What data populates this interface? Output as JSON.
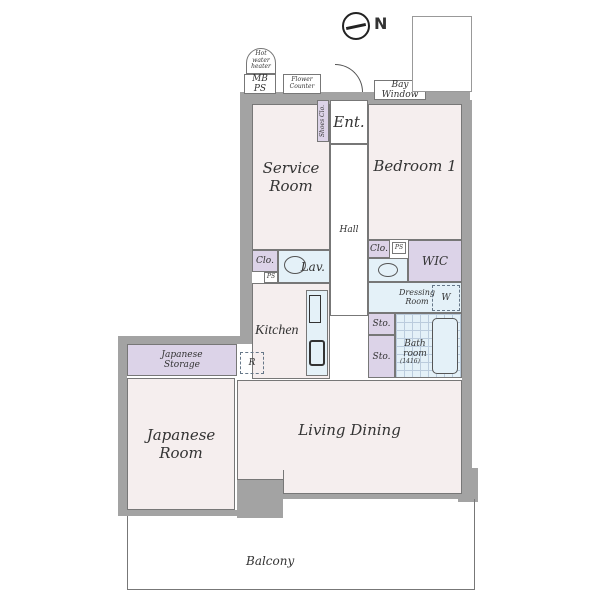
{
  "compass": {
    "label": "N"
  },
  "rooms": {
    "hot_water_heater": "Hot water heater",
    "mb_ps": "MB PS",
    "flower_counter": "Flower Counter",
    "shoes_clo": "Shoes Clo.",
    "entrance": "Ent.",
    "bay_window": "Bay Window",
    "service_room": "Service Room",
    "hall": "Hall",
    "bedroom1": "Bedroom 1",
    "clo_left": "Clo.",
    "ps_left": "PS",
    "lav": "Lav.",
    "clo_right": "Clo.",
    "ps_right": "PS",
    "wic": "WIC",
    "dressing_room": "Dressing Room",
    "washer": "W",
    "kitchen": "Kitchen",
    "sto1": "Sto.",
    "sto2": "Sto.",
    "bathroom": "Bath room",
    "bath_size": "(1416)",
    "fridge": "R",
    "japanese_storage": "Japanese Storage",
    "japanese_room": "Japanese Room",
    "living_dining": "Living Dining",
    "balcony": "Balcony"
  },
  "colors": {
    "wall": "#a3a3a3",
    "room": "#f5eeee",
    "storage": "#dcd3e8",
    "wet": "#e4f1f8"
  }
}
